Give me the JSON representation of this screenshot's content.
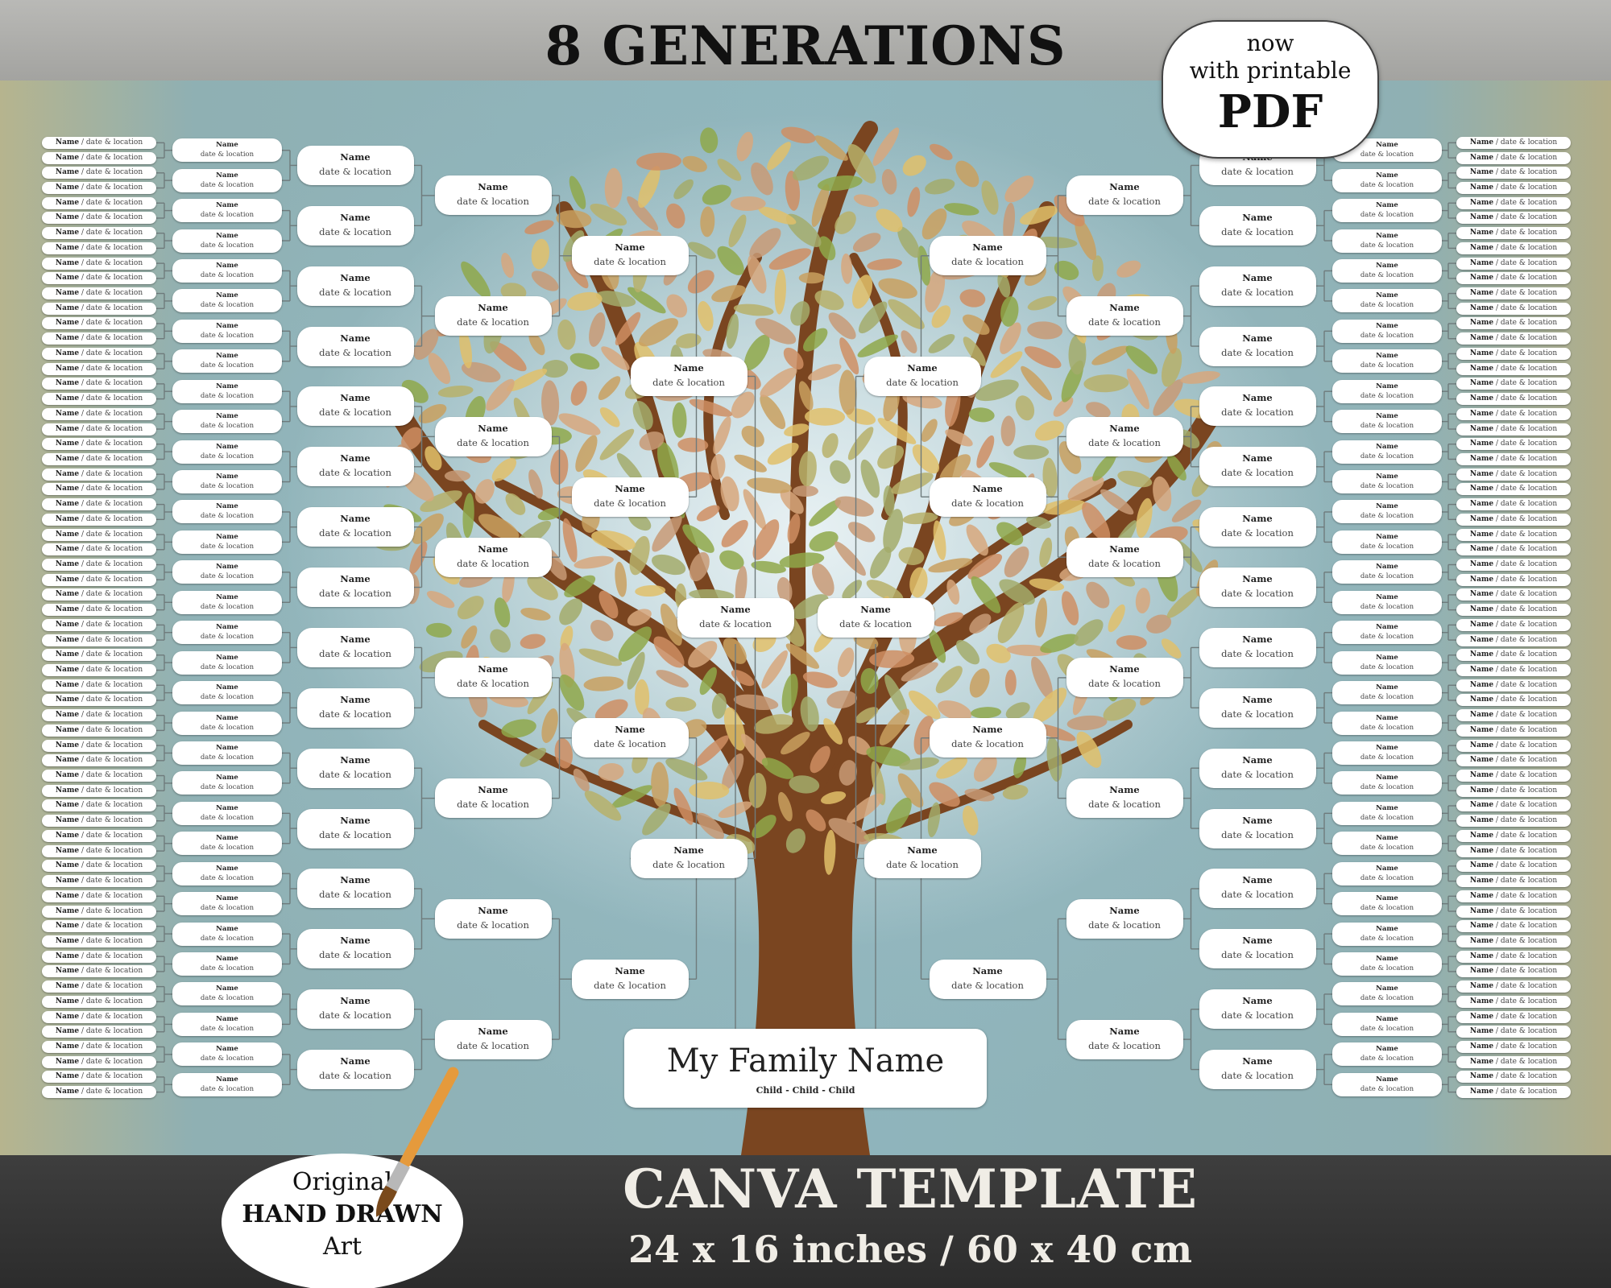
{
  "header": {
    "title": "8 GENERATIONS"
  },
  "pdf_badge": {
    "line1": "now",
    "line2": "with printable",
    "line3": "PDF"
  },
  "footer": {
    "title": "CANVA TEMPLATE",
    "size": "24 x 16 inches / 60 x 40 cm",
    "badge_line1": "Original",
    "badge_line2": "HAND DRAWN",
    "badge_line3": "Art"
  },
  "family_card": {
    "name": "My Family Name",
    "children": "Child - Child - Child"
  },
  "placeholder": {
    "name": "Name",
    "detail": "date & location",
    "inline_separator": " / "
  },
  "colors": {
    "leaf_palette": [
      "#c89a76",
      "#d7a77d",
      "#b7b06a",
      "#8fa84a",
      "#c9a05f",
      "#a3ab6b",
      "#cf8e63",
      "#e0bf6a"
    ],
    "trunk": "#7a4520",
    "connector": "#6f7b7c",
    "background": "#93b7be"
  }
}
